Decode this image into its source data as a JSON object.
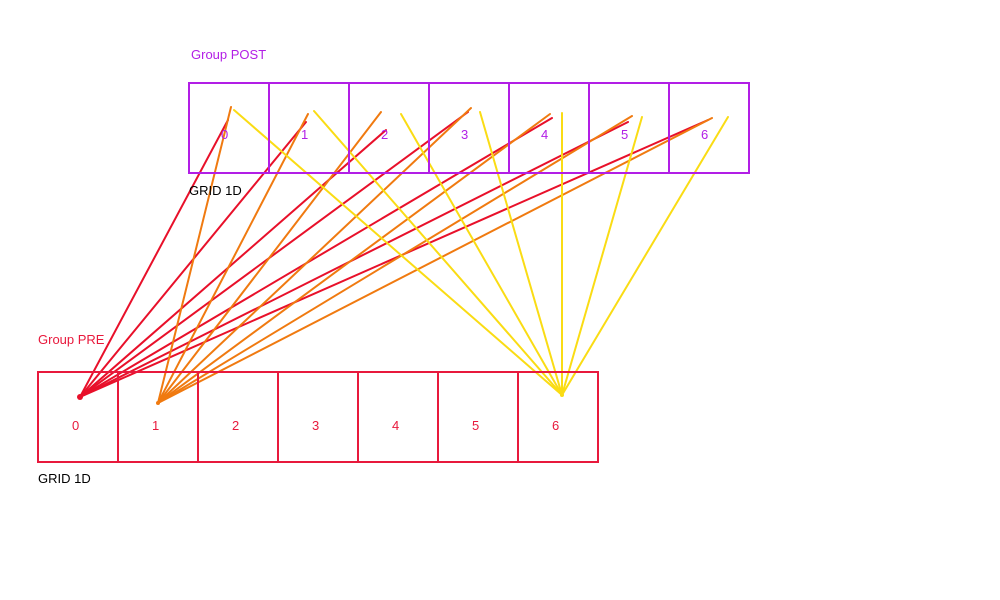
{
  "colors": {
    "post": "#b21ee6",
    "pre": "#e8193c",
    "grid_label": "#000000",
    "line_pre_red": "#e8102a",
    "line_orange": "#f07a10",
    "line_yellow": "#fadc14"
  },
  "post_group": {
    "label": "Group POST",
    "grid_label": "GRID 1D",
    "cells": [
      "0",
      "1",
      "2",
      "3",
      "4",
      "5",
      "6"
    ]
  },
  "pre_group": {
    "label": "Group PRE",
    "grid_label": "GRID 1D",
    "cells": [
      "0",
      "1",
      "2",
      "3",
      "4",
      "5",
      "6"
    ]
  },
  "connections": [
    {
      "from_pre": "0",
      "color_key": "line_pre_red",
      "to_post": [
        "0",
        "1",
        "2",
        "3",
        "4",
        "5",
        "6"
      ]
    },
    {
      "from_pre": "1",
      "color_key": "line_orange",
      "to_post": [
        "0",
        "1",
        "2",
        "3",
        "4",
        "5",
        "6"
      ]
    },
    {
      "from_pre": "6",
      "color_key": "line_yellow",
      "to_post": [
        "0",
        "1",
        "2",
        "3",
        "4",
        "5",
        "6"
      ]
    }
  ]
}
